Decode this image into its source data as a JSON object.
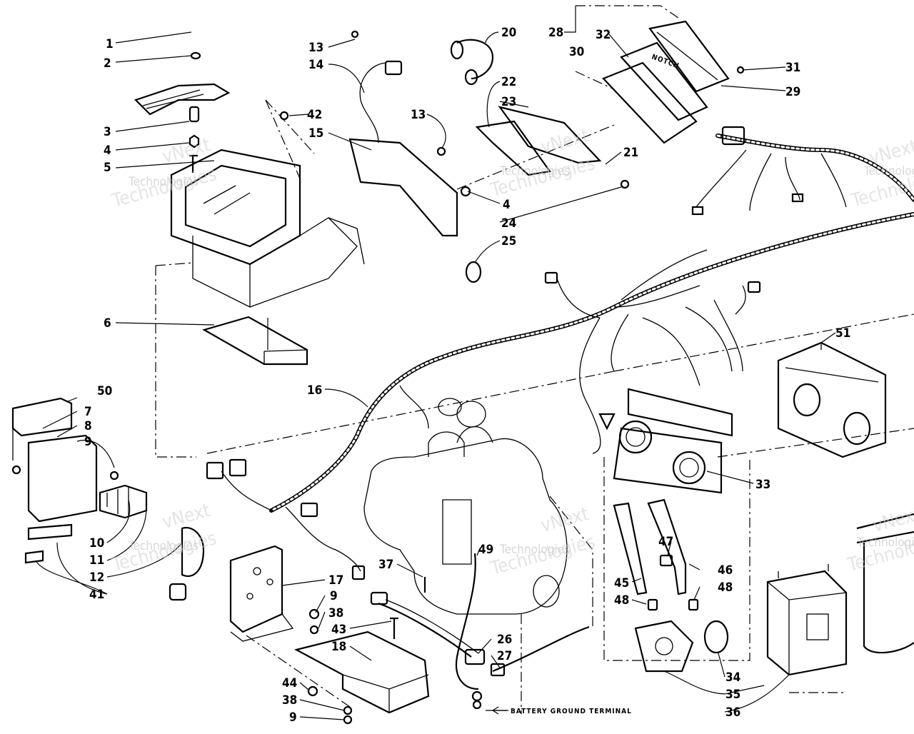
{
  "callouts": [
    {
      "id": "c1",
      "text": "1"
    },
    {
      "id": "c2",
      "text": "2"
    },
    {
      "id": "c3",
      "text": "3"
    },
    {
      "id": "c4a",
      "text": "4"
    },
    {
      "id": "c5",
      "text": "5"
    },
    {
      "id": "c6",
      "text": "6"
    },
    {
      "id": "c7",
      "text": "7"
    },
    {
      "id": "c8",
      "text": "8"
    },
    {
      "id": "c9a",
      "text": "9"
    },
    {
      "id": "c10",
      "text": "10"
    },
    {
      "id": "c11",
      "text": "11"
    },
    {
      "id": "c12",
      "text": "12"
    },
    {
      "id": "c41",
      "text": "41"
    },
    {
      "id": "c50",
      "text": "50"
    },
    {
      "id": "c42",
      "text": "42"
    },
    {
      "id": "c13a",
      "text": "13"
    },
    {
      "id": "c14",
      "text": "14"
    },
    {
      "id": "c15",
      "text": "15"
    },
    {
      "id": "c13b",
      "text": "13"
    },
    {
      "id": "c20",
      "text": "20"
    },
    {
      "id": "c22",
      "text": "22"
    },
    {
      "id": "c23",
      "text": "23"
    },
    {
      "id": "c4b",
      "text": "4"
    },
    {
      "id": "c24",
      "text": "24"
    },
    {
      "id": "c21",
      "text": "21"
    },
    {
      "id": "c25",
      "text": "25"
    },
    {
      "id": "c28",
      "text": "28"
    },
    {
      "id": "c30",
      "text": "30"
    },
    {
      "id": "c32",
      "text": "32"
    },
    {
      "id": "c31",
      "text": "31"
    },
    {
      "id": "c29",
      "text": "29"
    },
    {
      "id": "c51",
      "text": "51"
    },
    {
      "id": "c16",
      "text": "16"
    },
    {
      "id": "c33",
      "text": "33"
    },
    {
      "id": "c17",
      "text": "17"
    },
    {
      "id": "c9b",
      "text": "9"
    },
    {
      "id": "c38a",
      "text": "38"
    },
    {
      "id": "c43",
      "text": "43"
    },
    {
      "id": "c18",
      "text": "18"
    },
    {
      "id": "c44",
      "text": "44"
    },
    {
      "id": "c38b",
      "text": "38"
    },
    {
      "id": "c9c",
      "text": "9"
    },
    {
      "id": "c37",
      "text": "37"
    },
    {
      "id": "c49",
      "text": "49"
    },
    {
      "id": "c26",
      "text": "26"
    },
    {
      "id": "c27",
      "text": "27"
    },
    {
      "id": "c47",
      "text": "47"
    },
    {
      "id": "c46",
      "text": "46"
    },
    {
      "id": "c45",
      "text": "45"
    },
    {
      "id": "c48a",
      "text": "48"
    },
    {
      "id": "c48b",
      "text": "48"
    },
    {
      "id": "c34",
      "text": "34"
    },
    {
      "id": "c35",
      "text": "35"
    },
    {
      "id": "c36",
      "text": "36"
    }
  ],
  "annotations": {
    "battery_ground": "BATTERY GROUND TERMINAL",
    "notch": "NOTCH"
  },
  "watermark": {
    "line1": "vNext",
    "line2": "Technologies",
    "line3": "Technologies"
  },
  "colors": {
    "ink": "#000000",
    "paper": "#ffffff",
    "watermark": "#cfcfcf"
  }
}
